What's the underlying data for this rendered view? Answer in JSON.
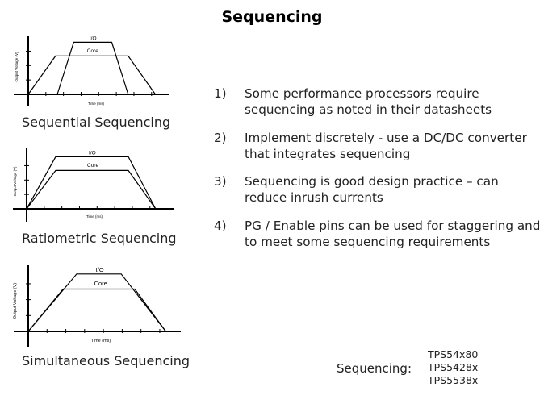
{
  "slide": {
    "title": "Sequencing"
  },
  "bullets": [
    {
      "number": "1)",
      "text": "Some performance processors require sequencing as noted in their datasheets"
    },
    {
      "number": "2)",
      "text": "Implement discretely - use a DC/DC converter that integrates sequencing"
    },
    {
      "number": "3)",
      "text": "Sequencing is good design practice – can reduce inrush currents"
    },
    {
      "number": "4)",
      "text": "PG / Enable pins can be used for staggering and to meet some sequencing requirements"
    }
  ],
  "footer": {
    "label": "Sequencing:",
    "parts": [
      "TPS54x80",
      "TPS5428x",
      "TPS5538x"
    ]
  },
  "chart_data": [
    {
      "type": "line",
      "title": "Sequential Sequencing",
      "xlabel": "Time (ms)",
      "ylabel": "Output Voltage (V)",
      "xlim": [
        0,
        8
      ],
      "ylim": [
        0,
        4
      ],
      "x_ticks": 7,
      "y_ticks": 3,
      "grid": false,
      "series": [
        {
          "name": "Core",
          "points": [
            [
              0,
              0
            ],
            [
              1.5,
              2.8
            ],
            [
              5.5,
              2.8
            ],
            [
              7,
              0
            ]
          ]
        },
        {
          "name": "I/O",
          "points": [
            [
              1.6,
              0
            ],
            [
              2.5,
              3.8
            ],
            [
              4.6,
              3.8
            ],
            [
              5.5,
              0
            ]
          ]
        }
      ]
    },
    {
      "type": "line",
      "title": "Ratiometric Sequencing",
      "xlabel": "Time (ms)",
      "ylabel": "Output Voltage (V)",
      "xlim": [
        0,
        8
      ],
      "ylim": [
        0,
        4
      ],
      "x_ticks": 7,
      "y_ticks": 3,
      "grid": false,
      "series": [
        {
          "name": "I/O",
          "points": [
            [
              0,
              0
            ],
            [
              1.6,
              3.8
            ],
            [
              5.6,
              3.8
            ],
            [
              7.1,
              0
            ]
          ]
        },
        {
          "name": "Core",
          "points": [
            [
              0,
              0
            ],
            [
              1.6,
              2.8
            ],
            [
              5.6,
              2.8
            ],
            [
              7.1,
              0
            ]
          ]
        }
      ]
    },
    {
      "type": "line",
      "title": "Simultaneous Sequencing",
      "xlabel": "Time (ms)",
      "ylabel": "Output Voltage (V)",
      "xlim": [
        0,
        8
      ],
      "ylim": [
        0,
        4
      ],
      "x_ticks": 7,
      "y_ticks": 3,
      "grid": false,
      "series": [
        {
          "name": "Core",
          "points": [
            [
              0,
              0
            ],
            [
              1.8,
              2.8
            ],
            [
              5.5,
              2.8
            ],
            [
              7.1,
              0
            ]
          ]
        },
        {
          "name": "I/O",
          "points": [
            [
              0,
              0
            ],
            [
              2.5,
              3.8
            ],
            [
              4.8,
              3.8
            ],
            [
              7.1,
              0
            ]
          ]
        }
      ]
    }
  ]
}
